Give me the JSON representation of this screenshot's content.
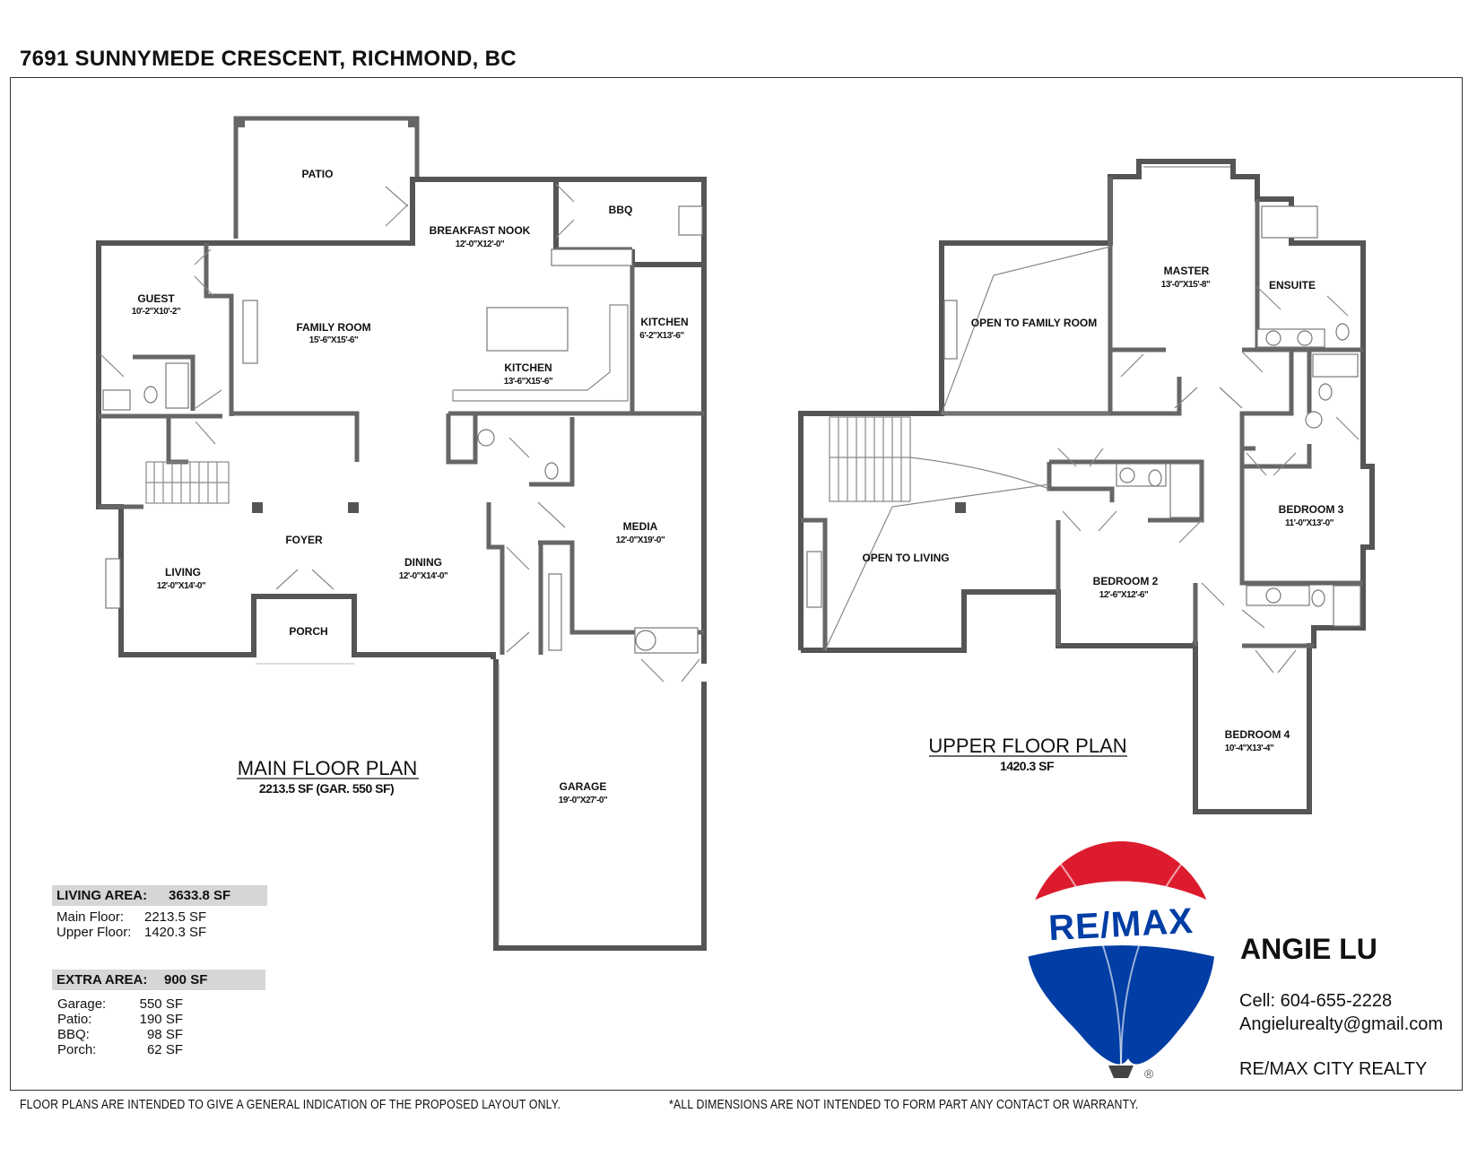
{
  "address": "7691 SUNNYMEDE CRESCENT, RICHMOND, BC",
  "main_floor": {
    "title": "MAIN FLOOR PLAN",
    "subtitle": "2213.5 SF (GAR. 550 SF)",
    "rooms": [
      {
        "name": "PATIO",
        "dim": ""
      },
      {
        "name": "BREAKFAST NOOK",
        "dim": "12'-0\"X12'-0\""
      },
      {
        "name": "BBQ",
        "dim": ""
      },
      {
        "name": "GUEST",
        "dim": "10'-2\"X10'-2\""
      },
      {
        "name": "FAMILY ROOM",
        "dim": "15'-6\"X15'-6\""
      },
      {
        "name": "KITCHEN",
        "dim": "6'-2\"X13'-6\""
      },
      {
        "name": "KITCHEN",
        "dim": "13'-6\"X15'-6\""
      },
      {
        "name": "FOYER",
        "dim": ""
      },
      {
        "name": "MEDIA",
        "dim": "12'-0\"X19'-0\""
      },
      {
        "name": "LIVING",
        "dim": "12'-0\"X14'-0\""
      },
      {
        "name": "DINING",
        "dim": "12'-0\"X14'-0\""
      },
      {
        "name": "PORCH",
        "dim": ""
      },
      {
        "name": "GARAGE",
        "dim": "19'-0\"X27'-0\""
      }
    ]
  },
  "upper_floor": {
    "title": "UPPER FLOOR PLAN",
    "subtitle": "1420.3 SF",
    "rooms": [
      {
        "name": "MASTER",
        "dim": "13'-0\"X15'-8\""
      },
      {
        "name": "ENSUITE",
        "dim": ""
      },
      {
        "name": "OPEN TO FAMILY ROOM",
        "dim": ""
      },
      {
        "name": "BEDROOM 3",
        "dim": "11'-0\"X13'-0\""
      },
      {
        "name": "OPEN TO LIVING",
        "dim": ""
      },
      {
        "name": "BEDROOM 2",
        "dim": "12'-6\"X12'-6\""
      },
      {
        "name": "BEDROOM 4",
        "dim": "10'-4\"X13'-4\""
      }
    ]
  },
  "living_area": {
    "label": "LIVING AREA:",
    "value": "3633.8 SF",
    "rows": [
      {
        "label": "Main Floor:",
        "value": "2213.5 SF"
      },
      {
        "label": "Upper Floor:",
        "value": "1420.3 SF"
      }
    ]
  },
  "extra_area": {
    "label": "EXTRA AREA:",
    "value": "900 SF",
    "rows": [
      {
        "label": "Garage:",
        "value": "550 SF"
      },
      {
        "label": "Patio:",
        "value": "190 SF"
      },
      {
        "label": "BBQ:",
        "value": "98 SF"
      },
      {
        "label": "Porch:",
        "value": "62 SF"
      }
    ]
  },
  "brand": {
    "logo_text": "RE/MAX",
    "registered_mark": "®",
    "colors": {
      "red": "#dc1c2e",
      "blue": "#003da5",
      "white": "#ffffff"
    }
  },
  "agent": {
    "name": "ANGIE LU",
    "cell": "Cell: 604-655-2228",
    "email": "Angielurealty@gmail.com",
    "company": "RE/MAX CITY REALTY"
  },
  "footer": {
    "left": "FLOOR PLANS ARE INTENDED TO GIVE A GENERAL INDICATION OF THE PROPOSED LAYOUT ONLY.",
    "right": "*ALL DIMENSIONS ARE NOT INTENDED TO FORM PART ANY CONTACT OR WARRANTY."
  }
}
